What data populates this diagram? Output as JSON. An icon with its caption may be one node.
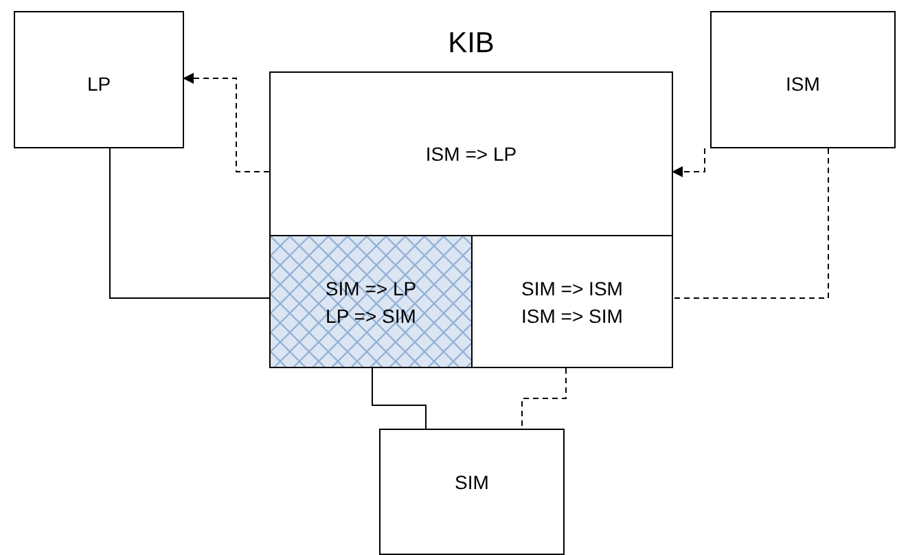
{
  "diagram": {
    "nodes": [
      {
        "text": [
          "LP"
        ]
      },
      {
        "text": [
          "ISM"
        ]
      },
      {
        "text": [
          "KIB"
        ]
      },
      {
        "text": [
          "ISM => LP"
        ],
        "in": 2
      },
      {
        "text": [
          "SIM => LP",
          "LP => SIM"
        ],
        "in": 2
      },
      {
        "text": [
          "SIM => ISM",
          "ISM => SIM"
        ],
        "in": 2
      },
      {
        "text": [
          "SIM"
        ]
      }
    ],
    "edges": [
      {
        "from": 3,
        "to": 0,
        "arrow": "to",
        "style": "dashed"
      },
      {
        "from": 1,
        "to": 3,
        "arrow": "to",
        "style": "dashed"
      },
      {
        "from": 0,
        "to": 4,
        "arrow": "none"
      },
      {
        "from": 1,
        "to": 5,
        "arrow": "none",
        "style": "dashed"
      },
      {
        "from": 4,
        "to": 6,
        "arrow": "none"
      },
      {
        "from": 5,
        "to": 6,
        "arrow": "none",
        "style": "dashed"
      }
    ]
  }
}
